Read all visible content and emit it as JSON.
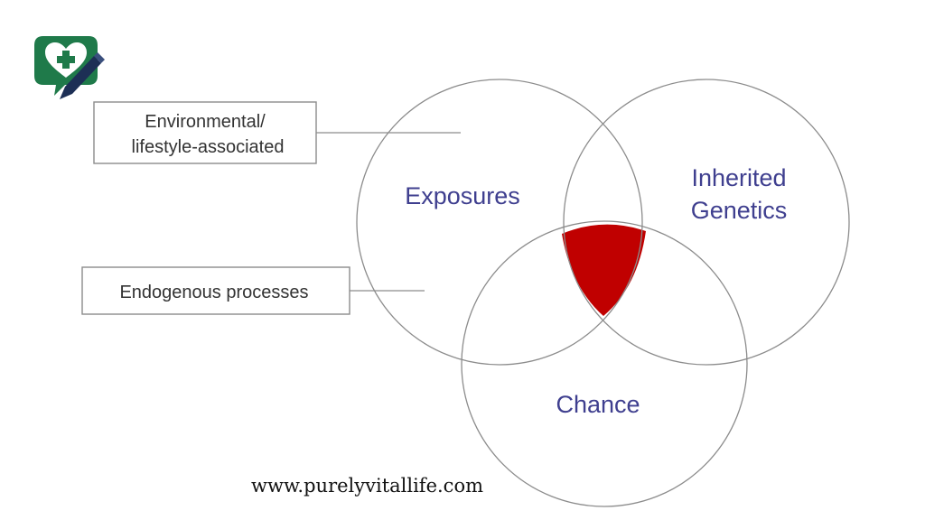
{
  "logo": {
    "icon": "heart-plus-pen-icon",
    "colors": {
      "green": "#1f7a4a",
      "navy": "#1d2f55"
    }
  },
  "callouts": {
    "environmental": {
      "line1": "Environmental/",
      "line2": "lifestyle-associated"
    },
    "endogenous": "Endogenous processes"
  },
  "circles": {
    "exposures": "Exposures",
    "inherited_line1": "Inherited",
    "inherited_line2": "Genetics",
    "chance": "Chance"
  },
  "colors": {
    "intersection": "#c00000",
    "circle_label": "#3f3f8f",
    "outline": "#8c8c8c"
  },
  "footer": {
    "url": "www.purelyvitallife.com"
  }
}
